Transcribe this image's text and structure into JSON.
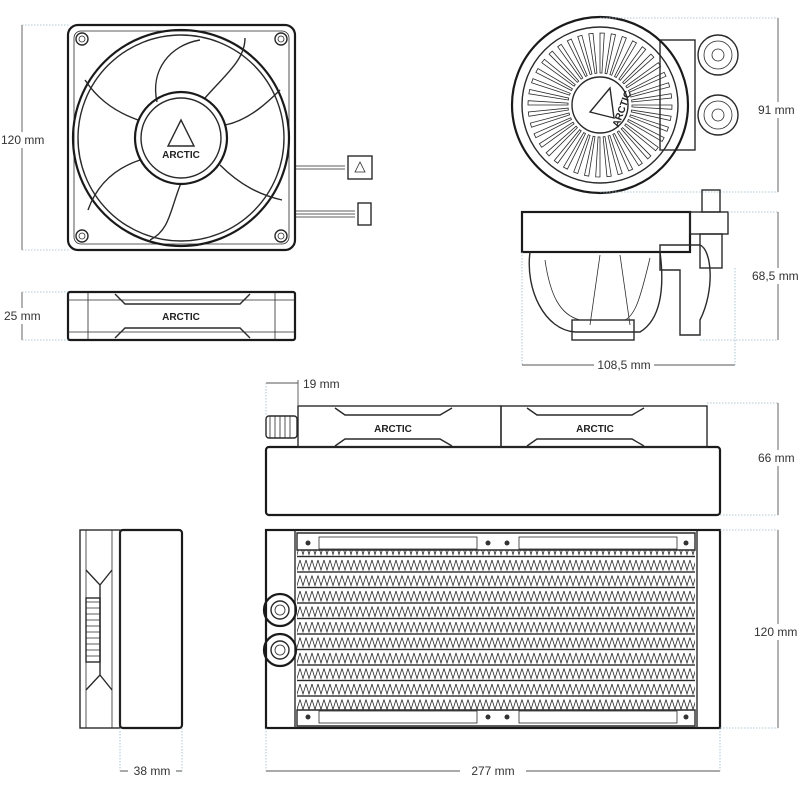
{
  "brand": "ARCTIC",
  "dimensions": {
    "fan_height": "120 mm",
    "fan_depth": "25 mm",
    "pump_diameter": "91 mm",
    "pump_height": "68,5 mm",
    "pump_width": "108,5 mm",
    "fitting_offset": "19 mm",
    "radiator_thickness_with_fans": "66 mm",
    "radiator_height": "120 mm",
    "radiator_depth": "38 mm",
    "radiator_length": "277 mm"
  },
  "colors": {
    "line": "#2a2a2a",
    "extension": "#9ab8c8"
  }
}
